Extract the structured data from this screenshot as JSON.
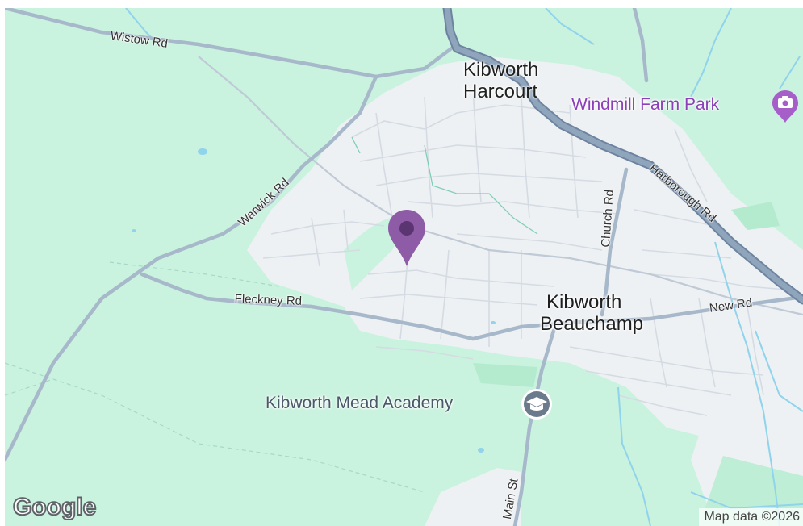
{
  "map": {
    "colors": {
      "land": "#c9f2df",
      "urban": "#eef1f3",
      "water": "#8fd3ec",
      "major_road": "#8fa5bc",
      "major_road_casing": "#6d83a0",
      "minor_road": "#d7dde4",
      "pin": "#8e5ca6",
      "pin_dot": "#5b3472"
    },
    "places": {
      "kibworth_harcourt_line1": "Kibworth",
      "kibworth_harcourt_line2": "Harcourt",
      "kibworth_beauchamp_line1": "Kibworth",
      "kibworth_beauchamp_line2": "Beauchamp"
    },
    "pois": {
      "windmill_farm_park": "Windmill Farm Park",
      "kibworth_mead_academy": "Kibworth Mead Academy"
    },
    "roads": {
      "wistow_rd": "Wistow Rd",
      "warwick_rd": "Warwick Rd",
      "fleckney_rd": "Fleckney Rd",
      "church_rd": "Church Rd",
      "harborough_rd": "Harborough Rd",
      "new_rd": "New Rd",
      "main_st": "Main St"
    },
    "icons": {
      "marker": "map-pin-icon",
      "park": "camera-icon",
      "school": "graduation-cap-icon"
    },
    "branding": {
      "logo": "Google",
      "attribution": "Map data ©2026"
    }
  }
}
